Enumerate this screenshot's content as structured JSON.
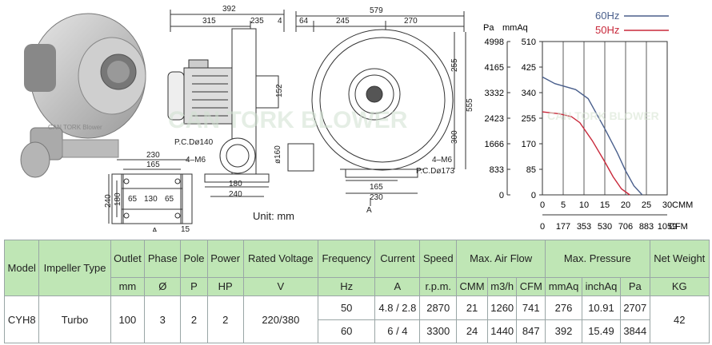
{
  "drawing": {
    "dims_side": [
      "392",
      "315",
      "235",
      "4",
      "152",
      "P.C.Dø140",
      "4–M6",
      "ø160",
      "180",
      "240"
    ],
    "dims_front": [
      "579",
      "64",
      "245",
      "270",
      "255",
      "555",
      "300",
      "4–M6",
      "P.C.Dø173",
      "165",
      "230",
      "A"
    ],
    "dims_bottom": [
      "230",
      "165",
      "240",
      "180",
      "65",
      "130",
      "65",
      "A",
      "15"
    ],
    "unit": "Unit: mm"
  },
  "chart_data": {
    "type": "line",
    "legend": [
      "60Hz",
      "50Hz"
    ],
    "colors": {
      "60Hz": "#4a5f8c",
      "50Hz": "#c8283a"
    },
    "y_units": [
      "Pa",
      "mmAq"
    ],
    "y_ticks_pa": [
      "4998",
      "4165",
      "3332",
      "2423",
      "1666",
      "833",
      "0"
    ],
    "y_ticks_mmaq": [
      "510",
      "425",
      "340",
      "255",
      "170",
      "85",
      "0"
    ],
    "x_ticks_cmm": [
      "0",
      "5",
      "10",
      "15",
      "20",
      "25",
      "30"
    ],
    "x_ticks_cfm": [
      "0",
      "177",
      "353",
      "530",
      "706",
      "883",
      "1059"
    ],
    "x_units": [
      "CMM",
      "CFM"
    ],
    "ylim": [
      0,
      510
    ],
    "xlim": [
      0,
      30
    ],
    "series": [
      {
        "name": "60Hz",
        "points": [
          [
            0,
            392
          ],
          [
            3,
            370
          ],
          [
            8,
            350
          ],
          [
            11,
            320
          ],
          [
            15,
            220
          ],
          [
            18,
            140
          ],
          [
            20,
            80
          ],
          [
            22,
            30
          ],
          [
            24,
            0
          ]
        ]
      },
      {
        "name": "50Hz",
        "points": [
          [
            0,
            276
          ],
          [
            4,
            270
          ],
          [
            7,
            260
          ],
          [
            9,
            240
          ],
          [
            12,
            180
          ],
          [
            15,
            110
          ],
          [
            17,
            60
          ],
          [
            19,
            20
          ],
          [
            21,
            0
          ]
        ]
      }
    ],
    "watermark": "CAN TORK BLOWER"
  },
  "table": {
    "headers": {
      "model": "Model",
      "impeller": "Impeller Type",
      "outlet": "Outlet",
      "phase": "Phase",
      "pole": "Pole",
      "power": "Power",
      "voltage": "Rated Voltage",
      "frequency": "Frequency",
      "current": "Current",
      "speed": "Speed",
      "airflow": "Max. Air Flow",
      "pressure": "Max. Pressure",
      "weight": "Net Weight"
    },
    "units": {
      "outlet": "mm",
      "phase": "Ø",
      "pole": "P",
      "power": "HP",
      "voltage": "V",
      "frequency": "Hz",
      "current": "A",
      "speed": "r.p.m.",
      "cmm": "CMM",
      "m3h": "m3/h",
      "cfm": "CFM",
      "mmaq": "mmAq",
      "inchaq": "inchAq",
      "pa": "Pa",
      "weight": "KG"
    },
    "model": "CYH8",
    "impeller": "Turbo",
    "outlet": "100",
    "phase": "3",
    "pole": "2",
    "power": "2",
    "voltage": "220/380",
    "weight": "42",
    "rows": [
      {
        "frequency": "50",
        "current": "4.8 / 2.8",
        "speed": "2870",
        "cmm": "21",
        "m3h": "1260",
        "cfm": "741",
        "mmaq": "276",
        "inchaq": "10.91",
        "pa": "2707"
      },
      {
        "frequency": "60",
        "current": "6 / 4",
        "speed": "3300",
        "cmm": "24",
        "m3h": "1440",
        "cfm": "847",
        "mmaq": "392",
        "inchaq": "15.49",
        "pa": "3844"
      }
    ]
  }
}
